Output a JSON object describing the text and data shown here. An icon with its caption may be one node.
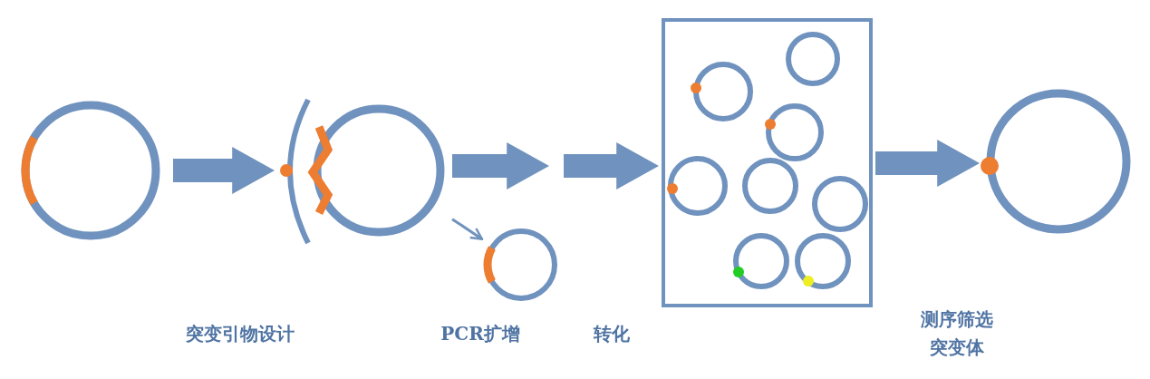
{
  "diagram": {
    "nodes": [
      {
        "text": [],
        "shape": "circle"
      },
      {
        "text": [],
        "shape": "picture"
      },
      {
        "text": [],
        "shape": "circle"
      },
      {
        "text": [],
        "shape": "circle"
      },
      {
        "text": [],
        "shape": "box"
      },
      {
        "text": [],
        "shape": "circle"
      }
    ],
    "edges": [
      {
        "from": 0,
        "to": 1,
        "arrow": "to"
      },
      {
        "from": 2,
        "to": null,
        "arrow": "to"
      },
      {
        "from": 2,
        "to": 3,
        "arrow": "to"
      },
      {
        "from": null,
        "to": 4,
        "arrow": "to"
      },
      {
        "from": 4,
        "to": 5,
        "arrow": "to"
      }
    ],
    "labels": [
      "突变引物设计",
      "PCR扩增",
      "转化",
      "测序筛选突变体"
    ]
  }
}
